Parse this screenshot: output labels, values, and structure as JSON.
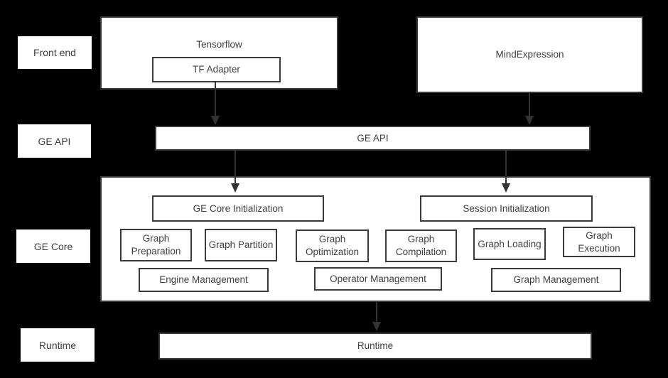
{
  "colors": {
    "background": "#000000",
    "box_fill": "#ffffff",
    "box_border": "#3a3a3a",
    "text": "#404040",
    "arrow": "#333333"
  },
  "side_labels": {
    "front_end": "Front end",
    "ge_api": "GE API",
    "ge_core": "GE Core",
    "runtime": "Runtime"
  },
  "front_end": {
    "tensorflow": "Tensorflow",
    "tf_adapter": "TF Adapter",
    "mind_expression": "MindExpression"
  },
  "ge_api": {
    "label": "GE API"
  },
  "ge_core": {
    "core_init": "GE Core Initialization",
    "session_init": "Session Initialization",
    "modules": [
      "Graph Preparation",
      "Graph Partition",
      "Graph Optimization",
      "Graph Compilation",
      "Graph Loading",
      "Graph Execution"
    ],
    "management": [
      "Engine Management",
      "Operator Management",
      "Graph Management"
    ]
  },
  "runtime": {
    "label": "Runtime"
  }
}
